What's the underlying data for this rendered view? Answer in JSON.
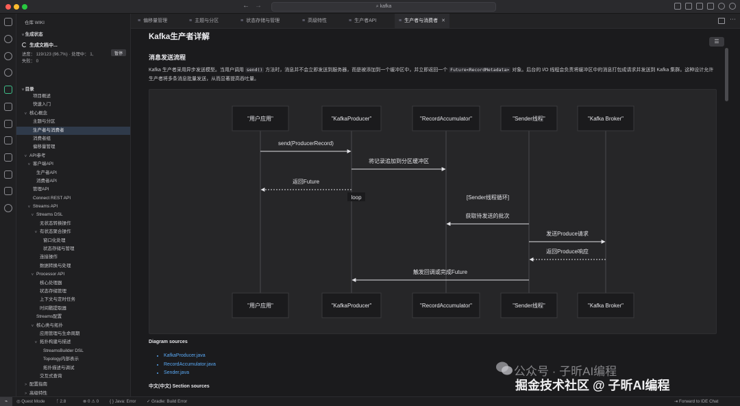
{
  "window": {
    "search_text": "kafka"
  },
  "sidebar": {
    "header": "仓库 WIKI",
    "section_generation": "生成状态",
    "progress_title": "生成文档中...",
    "progress_line": "进度： 119/123 (96.7%) · 处理中： 1,",
    "fail_line": "失败： 0",
    "pause_label": "暂停",
    "toc_title": "目录",
    "toc": [
      {
        "label": "项目概述",
        "indent": 1,
        "chev": ""
      },
      {
        "label": "快速入门",
        "indent": 1,
        "chev": ""
      },
      {
        "label": "核心概念",
        "indent": 0,
        "chev": "v"
      },
      {
        "label": "主题与分区",
        "indent": 1,
        "chev": ""
      },
      {
        "label": "生产者与消费者",
        "indent": 1,
        "chev": "",
        "active": true
      },
      {
        "label": "消费者组",
        "indent": 1,
        "chev": ""
      },
      {
        "label": "偏移量管理",
        "indent": 1,
        "chev": ""
      },
      {
        "label": "API参考",
        "indent": 0,
        "chev": "v"
      },
      {
        "label": "客户端API",
        "indent": 1,
        "chev": "v"
      },
      {
        "label": "生产者API",
        "indent": 2,
        "chev": ""
      },
      {
        "label": "消费者API",
        "indent": 2,
        "chev": ""
      },
      {
        "label": "管理API",
        "indent": 1,
        "chev": ""
      },
      {
        "label": "Connect REST API",
        "indent": 1,
        "chev": ""
      },
      {
        "label": "Streams API",
        "indent": 1,
        "chev": "v"
      },
      {
        "label": "Streams DSL",
        "indent": 2,
        "chev": "v"
      },
      {
        "label": "无状态转换操作",
        "indent": 3,
        "chev": ""
      },
      {
        "label": "有状态聚合操作",
        "indent": 3,
        "chev": "v"
      },
      {
        "label": "窗口化处理",
        "indent": 4,
        "chev": ""
      },
      {
        "label": "状态存储与管理",
        "indent": 4,
        "chev": ""
      },
      {
        "label": "连接操作",
        "indent": 3,
        "chev": ""
      },
      {
        "label": "数据转换与处理",
        "indent": 3,
        "chev": ""
      },
      {
        "label": "Processor API",
        "indent": 2,
        "chev": "v"
      },
      {
        "label": "核心处理器",
        "indent": 3,
        "chev": ""
      },
      {
        "label": "状态存储管理",
        "indent": 3,
        "chev": ""
      },
      {
        "label": "上下文与定时任务",
        "indent": 3,
        "chev": ""
      },
      {
        "label": "时间戳提取器",
        "indent": 3,
        "chev": ""
      },
      {
        "label": "Streams配置",
        "indent": 2,
        "chev": ""
      },
      {
        "label": "核心类与拓扑",
        "indent": 2,
        "chev": "v"
      },
      {
        "label": "应用管理与生命周期",
        "indent": 3,
        "chev": ""
      },
      {
        "label": "拓扑构建与描述",
        "indent": 3,
        "chev": "v"
      },
      {
        "label": "StreamsBuilder DSL",
        "indent": 4,
        "chev": ""
      },
      {
        "label": "Topology内部表示",
        "indent": 4,
        "chev": ""
      },
      {
        "label": "拓扑描述与调试",
        "indent": 4,
        "chev": ""
      },
      {
        "label": "交互式查询",
        "indent": 3,
        "chev": ""
      },
      {
        "label": "配置指南",
        "indent": 0,
        "chev": ">"
      },
      {
        "label": "高级特性",
        "indent": 0,
        "chev": ">"
      }
    ]
  },
  "tabs": [
    {
      "label": "偏移量管理",
      "active": false
    },
    {
      "label": "主题与分区",
      "active": false
    },
    {
      "label": "状态存储与管理",
      "active": false
    },
    {
      "label": "高级特性",
      "active": false
    },
    {
      "label": "生产者API",
      "active": false
    },
    {
      "label": "生产者与消费者",
      "active": true
    }
  ],
  "doc": {
    "title": "Kafka生产者详解",
    "section_heading": "消息发送流程",
    "para_part1": "Kafka 生产者采用异步发送模型。当用户调用 ",
    "para_code1": "send()",
    "para_part2": " 方法时，消息并不会立即发送到服务器，而是被添加到一个缓冲区中，并立即返回一个 ",
    "para_code2": "Future<RecordMetadata>",
    "para_part3": " 对象。后台的 I/O 线程会负责将缓冲区中的消息打包成请求并发送到 Kafka 集群。这种设计允许生产者将多条消息批量发送，从而显著提高吞吐量。",
    "diagram_sources_title": "Diagram sources",
    "diagram_sources": [
      "KafkaProducer.java",
      "RecordAccumulator.java",
      "Sender.java"
    ],
    "section_sources_title": "中文(中文) Section sources"
  },
  "chart_data": {
    "type": "sequence",
    "actors": [
      "\"用户应用\"",
      "\"KafkaProducer\"",
      "\"RecordAccumulator\"",
      "\"Sender线程\"",
      "\"Kafka Broker\""
    ],
    "messages": [
      {
        "from": 0,
        "to": 1,
        "label": "send(ProducerRecord)",
        "dashed": false
      },
      {
        "from": 1,
        "to": 2,
        "label": "将记录追加到分区缓冲区",
        "dashed": false
      },
      {
        "from": 1,
        "to": 0,
        "label": "返回Future",
        "dashed": true
      },
      {
        "from": 3,
        "to": 2,
        "label": "获取待发送的批次",
        "dashed": false
      },
      {
        "from": 3,
        "to": 4,
        "label": "发送Produce请求",
        "dashed": false
      },
      {
        "from": 4,
        "to": 3,
        "label": "返回Produce响应",
        "dashed": true
      },
      {
        "from": 3,
        "to": 1,
        "label": "触发回调或完成Future",
        "dashed": false
      }
    ],
    "frames": [
      "loop",
      "[Sender线程循环]"
    ]
  },
  "watermark": {
    "top": "公众号 · 子昕AI编程",
    "main": "掘金技术社区 @ 子昕AI编程"
  },
  "statusbar": {
    "remote": "⌁",
    "quest_mode": "Quest Mode",
    "version": "2.8",
    "problems": "⊗ 0  ⚠ 0",
    "java": "Java: Error",
    "gradle": "Gradle: Build Error",
    "forward": "Forward to IDE Chat"
  }
}
